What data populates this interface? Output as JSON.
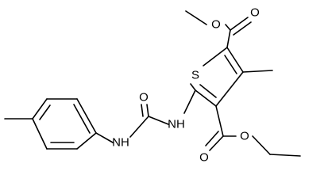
{
  "molecule": {
    "labels": {
      "S": "S",
      "O_ester1_carbonyl": "O",
      "O_ester1_ether": "O",
      "O_ester2_carbonyl": "O",
      "O_ester2_ether": "O",
      "O_urea": "O",
      "N_thiophene": "NH",
      "N_aryl": "NH"
    }
  }
}
